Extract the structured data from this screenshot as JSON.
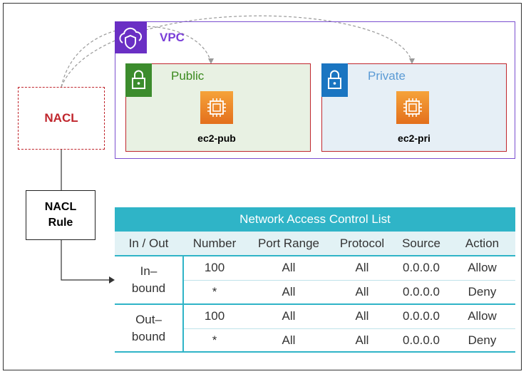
{
  "vpc": {
    "label": "VPC",
    "icon": "cloud-shield-icon"
  },
  "subnets": {
    "public": {
      "label": "Public",
      "instance": "ec2-pub",
      "icon": "lock-icon"
    },
    "private": {
      "label": "Private",
      "instance": "ec2-pri",
      "icon": "lock-icon"
    }
  },
  "nacl": {
    "label": "NACL"
  },
  "rule": {
    "line1": "NACL",
    "line2": "Rule"
  },
  "table": {
    "title": "Network Access Control List",
    "headers": [
      "In / Out",
      "Number",
      "Port Range",
      "Protocol",
      "Source",
      "Action"
    ],
    "groups": [
      {
        "direction_line1": "In–",
        "direction_line2": "bound",
        "rows": [
          [
            "100",
            "All",
            "All",
            "0.0.0.0",
            "Allow"
          ],
          [
            "*",
            "All",
            "All",
            "0.0.0.0",
            "Deny"
          ]
        ]
      },
      {
        "direction_line1": "Out–",
        "direction_line2": "bound",
        "rows": [
          [
            "100",
            "All",
            "All",
            "0.0.0.0",
            "Allow"
          ],
          [
            "*",
            "All",
            "All",
            "0.0.0.0",
            "Deny"
          ]
        ]
      }
    ]
  },
  "colors": {
    "vpc": "#7a3fd8",
    "public": "#3a8a1e",
    "private": "#5b9bd5",
    "nacl": "#c0262d",
    "table_accent": "#2fb4c7"
  }
}
